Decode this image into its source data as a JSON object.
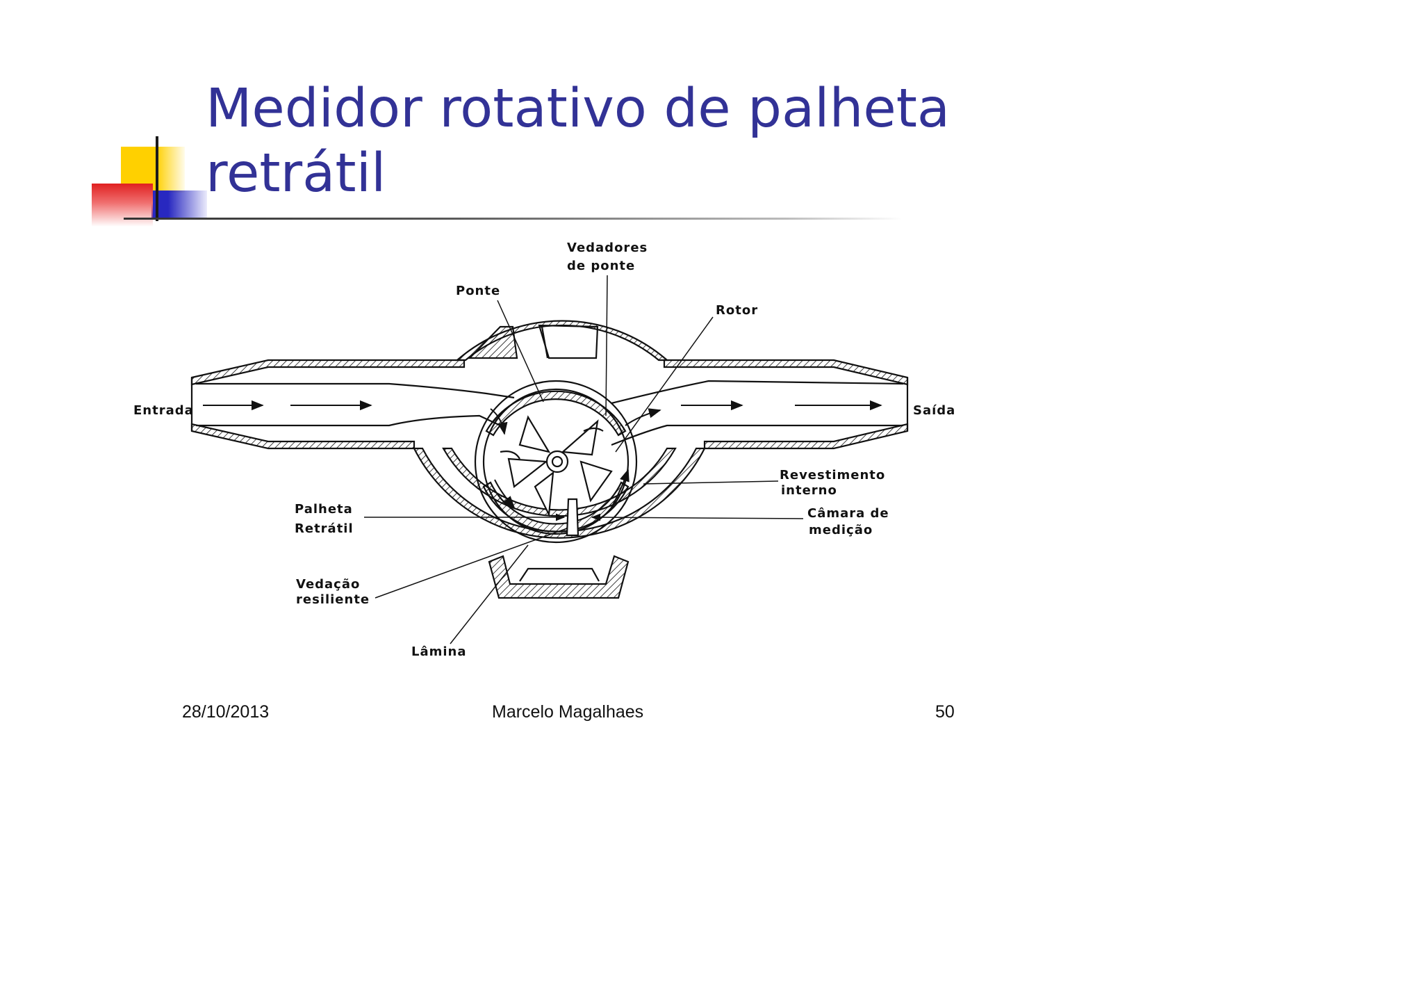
{
  "title": "Medidor rotativo de palheta retrátil",
  "diagram": {
    "labels": {
      "vedadores_line1": "Vedadores",
      "vedadores_line2": "de ponte",
      "ponte": "Ponte",
      "rotor": "Rotor",
      "entrada": "Entrada",
      "saida": "Saída",
      "revestimento_line1": "Revestimento",
      "revestimento_line2": "interno",
      "palheta_line1": "Palheta",
      "palheta_line2": "Retrátil",
      "camara_line1": "Câmara de",
      "camara_line2": "medição",
      "vedacao_line1": "Vedação",
      "vedacao_line2": "resiliente",
      "lamina": "Lâmina"
    }
  },
  "footer": {
    "date": "28/10/2013",
    "author": "Marcelo Magalhaes",
    "page": "50"
  },
  "colors": {
    "title": "#323296",
    "accent_yellow": "#ffd000",
    "accent_red": "#e02020",
    "accent_blue": "#2828c0"
  }
}
